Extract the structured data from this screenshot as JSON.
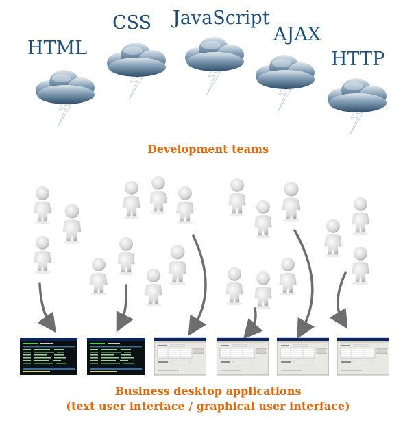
{
  "technologies": [
    "HTML",
    "CSS",
    "JavaScript",
    "AJAX",
    "HTTP"
  ],
  "captions": {
    "development_teams": "Development teams",
    "business_apps_line1": "Business desktop applications",
    "business_apps_line2": "(text user interface / graphical user interface)"
  },
  "applications": [
    {
      "kind": "text-user-interface"
    },
    {
      "kind": "text-user-interface"
    },
    {
      "kind": "graphical-user-interface"
    },
    {
      "kind": "graphical-user-interface"
    },
    {
      "kind": "graphical-user-interface"
    },
    {
      "kind": "graphical-user-interface"
    }
  ],
  "colors": {
    "technology_text": "#1d4f7a",
    "caption_text": "#e06a10",
    "cloud_top": "#d5e0ea",
    "cloud_bottom": "#2f4e68",
    "lightning": "#ffffff",
    "arrow": "#6e6e6e",
    "person": "#dcdcdc",
    "tui_background": "#0b1013",
    "gui_background": "#e9e9e4",
    "window_titlebar": "#0a246a"
  }
}
